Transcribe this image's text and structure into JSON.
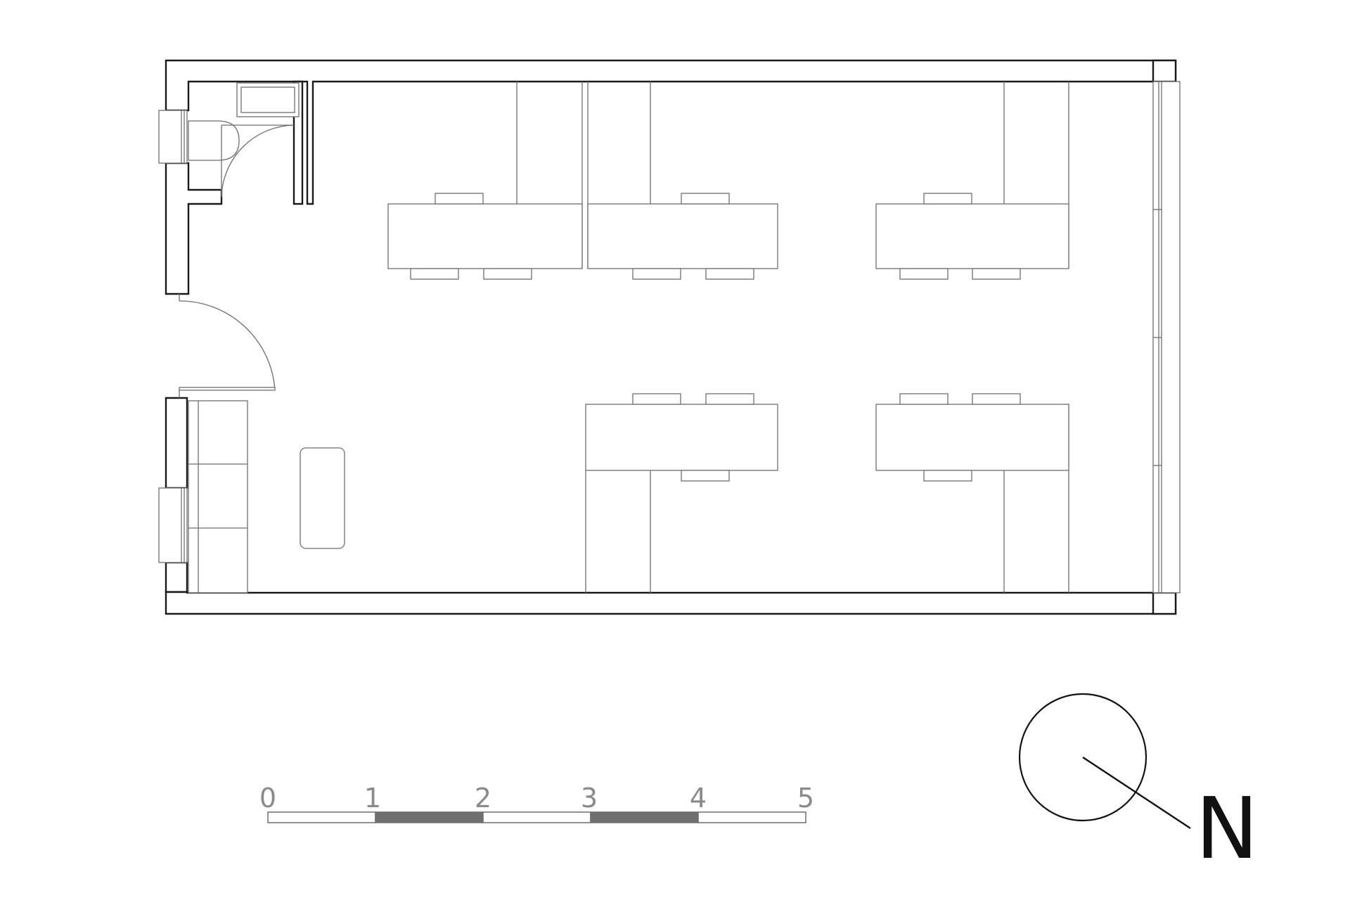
{
  "colors": {
    "wall": "#1a1a1a",
    "furniture": "#6e6e6e",
    "scale_dark": "#6f6f6f",
    "scale_light": "#ffffff",
    "scale_text": "#8a8a8a"
  },
  "scale_bar": {
    "labels": [
      "0",
      "1",
      "2",
      "3",
      "4",
      "5"
    ]
  },
  "north_arrow": {
    "label": "N"
  }
}
